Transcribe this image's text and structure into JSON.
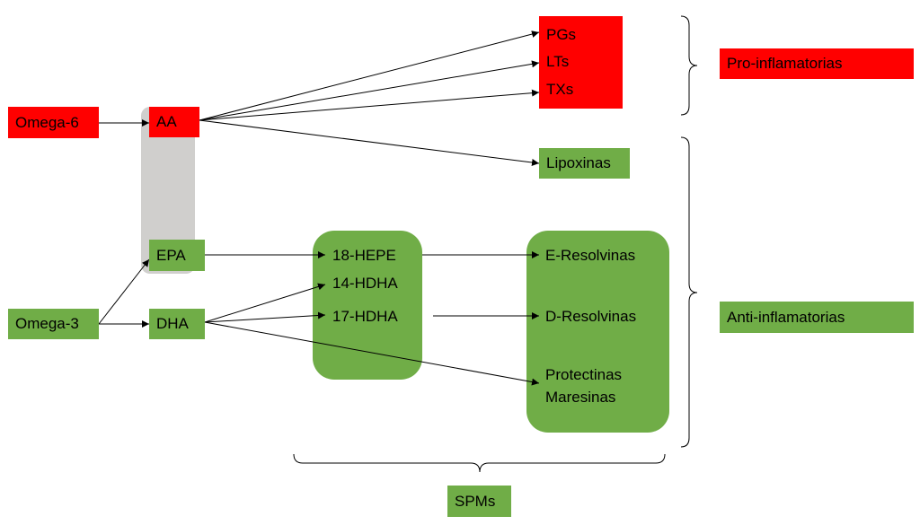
{
  "nodes": {
    "omega6": "Omega-6",
    "omega3": "Omega-3",
    "aa": "AA",
    "epa": "EPA",
    "dha": "DHA",
    "pgs": "PGs",
    "lts": "LTs",
    "txs": "TXs",
    "lipoxinas": "Lipoxinas",
    "hepe18": "18-HEPE",
    "hdha14": "14-HDHA",
    "hdha17": "17-HDHA",
    "e_resolvinas": "E-Resolvinas",
    "d_resolvinas": "D-Resolvinas",
    "protectinas": "Protectinas",
    "maresinas": "Maresinas"
  },
  "groups": {
    "pro": "Pro-inflamatorias",
    "anti": "Anti-inflamatorias",
    "spms": "SPMs"
  },
  "colors": {
    "pro": "#ff0000",
    "anti": "#70ad47",
    "highlight": "#d0cfcd"
  }
}
